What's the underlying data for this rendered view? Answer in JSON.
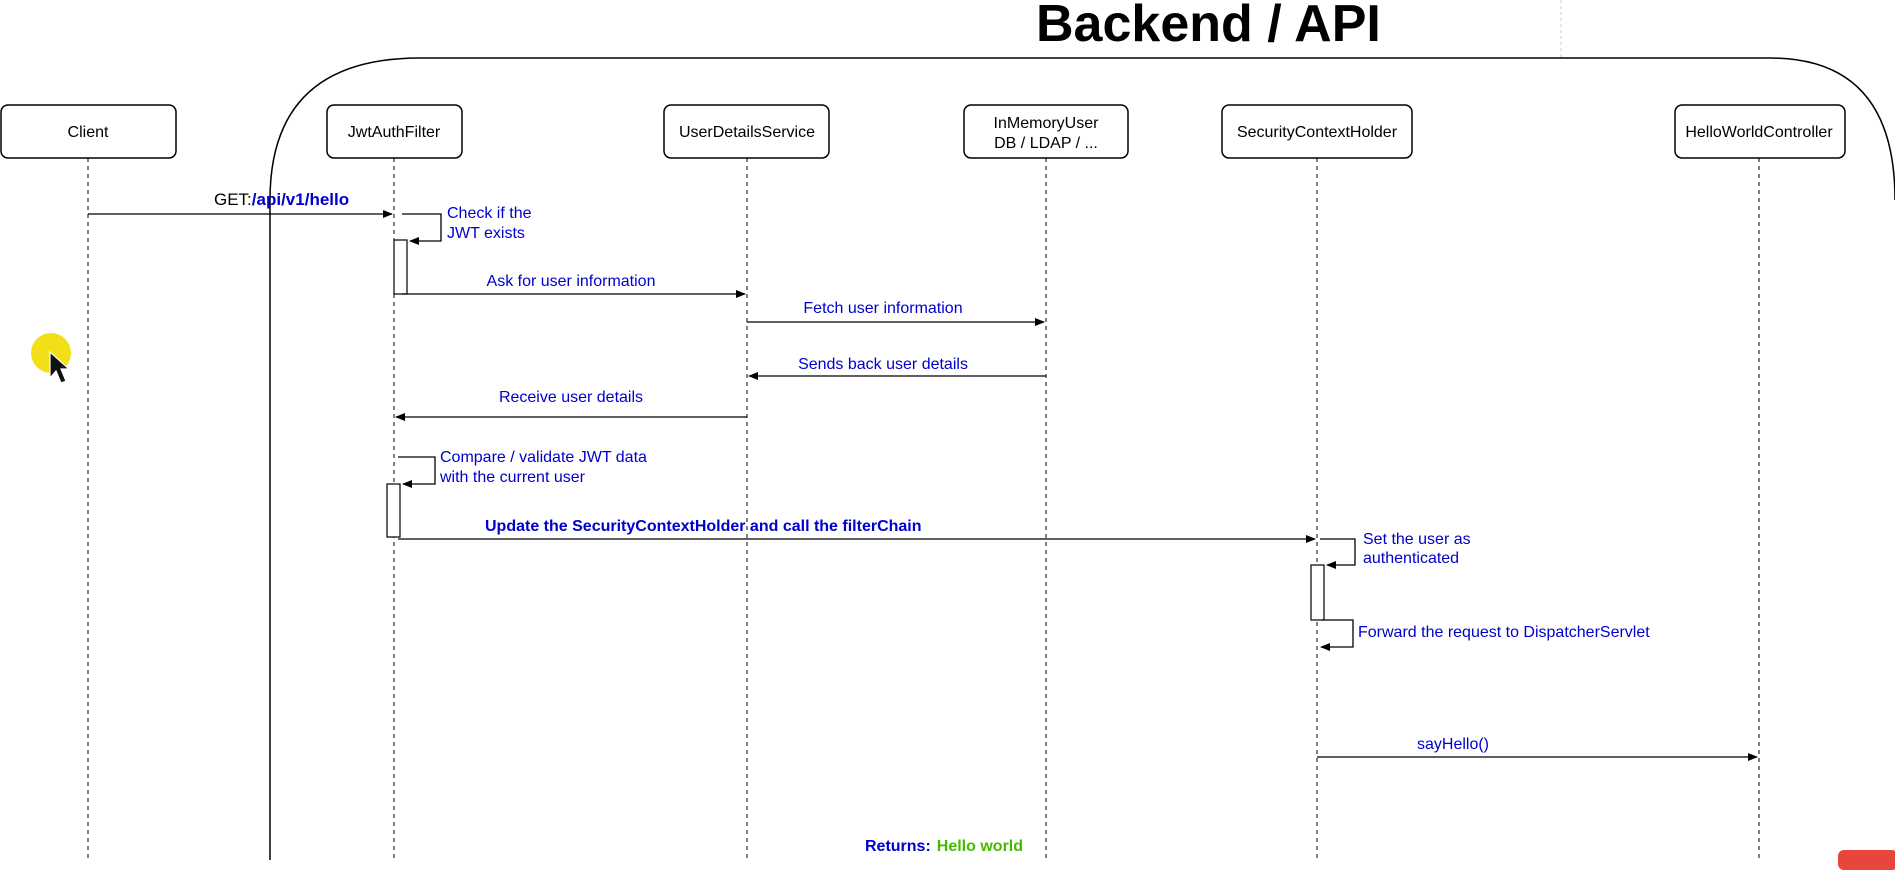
{
  "title": "Backend / API",
  "participants": {
    "client": "Client",
    "jwt": "JwtAuthFilter",
    "uds": "UserDetailsService",
    "inmem1": "InMemoryUser",
    "inmem2": "DB / LDAP / ...",
    "sch": "SecurityContextHolder",
    "hwc": "HelloWorldController"
  },
  "messages": {
    "get_prefix": "GET:",
    "get_path": "/api/v1/hello",
    "check1": "Check if the",
    "check2": "JWT exists",
    "ask": "Ask for user information",
    "fetch": "Fetch user information",
    "sends": "Sends back user details",
    "receive": "Receive user details",
    "compare1": "Compare / validate JWT data",
    "compare2": "with the current user",
    "update": "Update the SecurityContextHolder and call the filterChain",
    "set1": "Set the user as",
    "set2": "authenticated",
    "forward": "Forward the request to DispatcherServlet",
    "sayhello": "sayHello()",
    "returns_prefix": "Returns:",
    "returns_value": "Hello world"
  },
  "colors": {
    "message_text": "#0000cc",
    "returns_value": "#44bb00",
    "lines": "#000000",
    "cursor": "#f3df19"
  }
}
